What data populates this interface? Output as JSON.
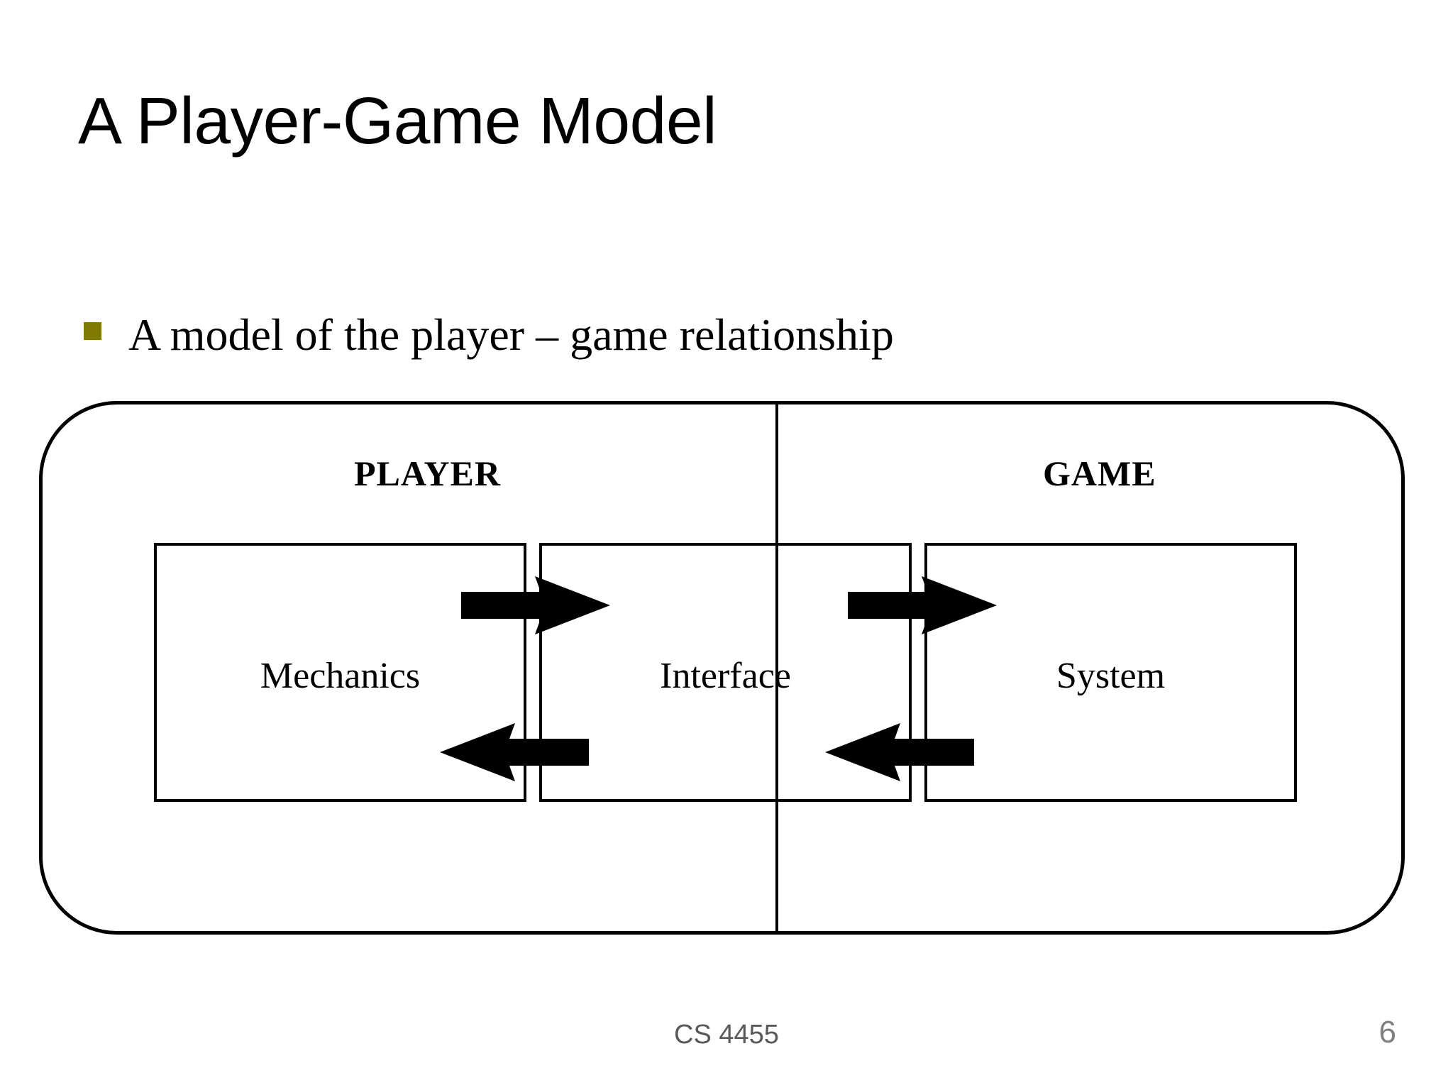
{
  "slide": {
    "title": "A Player-Game Model",
    "bullets": [
      {
        "marker_color": "#827A00",
        "text": "A model of the player – game relationship"
      }
    ],
    "diagram": {
      "zones": [
        {
          "label": "PLAYER"
        },
        {
          "label": "GAME"
        }
      ],
      "boxes": [
        {
          "label": "Mechanics"
        },
        {
          "label": "Interface"
        },
        {
          "label": "System"
        }
      ],
      "arrows": [
        {
          "name": "mechanics-to-interface",
          "direction": "right"
        },
        {
          "name": "interface-to-mechanics",
          "direction": "left"
        },
        {
          "name": "interface-to-system",
          "direction": "right"
        },
        {
          "name": "system-to-interface",
          "direction": "left"
        }
      ]
    },
    "footer": {
      "course": "CS 4455",
      "page_number": "6"
    }
  }
}
